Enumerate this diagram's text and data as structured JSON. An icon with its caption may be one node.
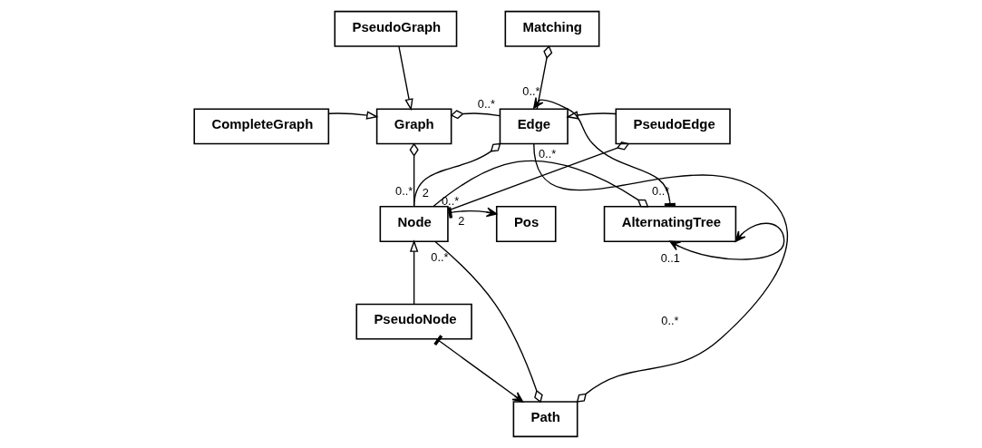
{
  "diagram": {
    "nodes": [
      {
        "text": [
          "PseudoGraph"
        ]
      },
      {
        "text": [
          "Matching"
        ]
      },
      {
        "text": [
          "CompleteGraph"
        ]
      },
      {
        "text": [
          "Graph"
        ]
      },
      {
        "text": [
          "Edge"
        ]
      },
      {
        "text": [
          "PseudoEdge"
        ]
      },
      {
        "text": [
          "Pos"
        ]
      },
      {
        "text": [
          "Node"
        ]
      },
      {
        "text": [
          "AlternatingTree"
        ]
      },
      {
        "text": [
          "PseudoNode"
        ]
      },
      {
        "text": [
          "Path"
        ]
      }
    ],
    "edges": [
      {
        "from": 0,
        "to": 3,
        "arrow": "to"
      },
      {
        "from": 2,
        "to": 3,
        "arrow": "to"
      },
      {
        "from": 5,
        "to": 4,
        "arrow": "to"
      },
      {
        "from": 9,
        "to": 7,
        "arrow": "to"
      },
      {
        "from": 4,
        "to": 3,
        "arrow": "other",
        "label": "0..*"
      },
      {
        "from": 4,
        "to": 1,
        "arrow": "other",
        "label": "0..*"
      },
      {
        "from": 8,
        "to": 4,
        "arrow": "to",
        "label": "0..*"
      },
      {
        "from": 7,
        "to": 4,
        "arrow": "other",
        "label": "2"
      },
      {
        "from": 7,
        "to": 3,
        "arrow": "other",
        "label": "0..*"
      },
      {
        "from": 7,
        "to": 5,
        "arrow": "other",
        "label": "2"
      },
      {
        "from": 7,
        "to": 6,
        "arrow": "to"
      },
      {
        "from": 7,
        "to": 8,
        "arrow": "other",
        "label": "0..*"
      },
      {
        "from": 7,
        "to": 10,
        "arrow": "other",
        "label": "0..*"
      },
      {
        "from": 4,
        "to": 10,
        "arrow": "other",
        "label": "0..*"
      },
      {
        "from": 9,
        "to": 10,
        "arrow": "to"
      },
      {
        "from": 8,
        "to": 8,
        "arrow": "both",
        "label": "0..1"
      }
    ],
    "labels": [
      "0..*"
    ]
  }
}
